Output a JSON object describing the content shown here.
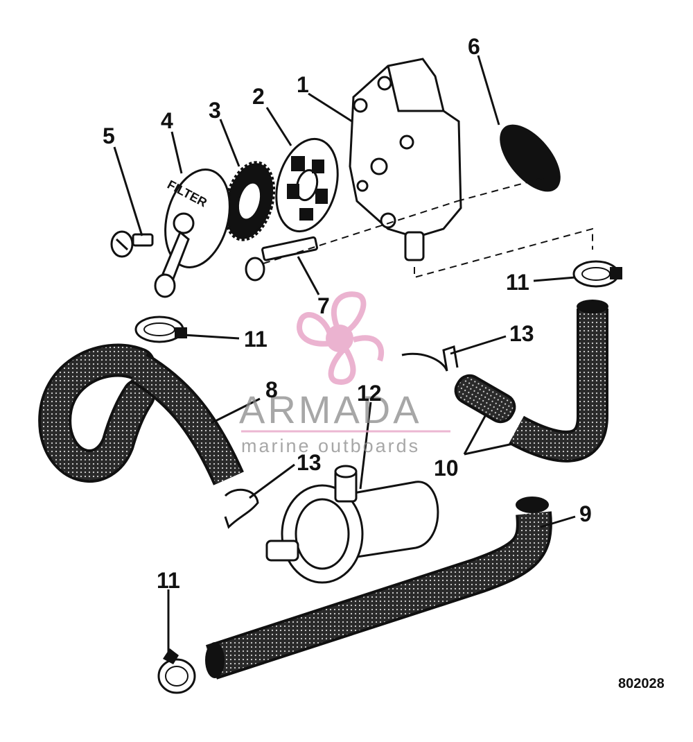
{
  "diagram": {
    "callouts": {
      "c1": "1",
      "c2": "2",
      "c3": "3",
      "c4": "4",
      "c5": "5",
      "c6": "6",
      "c7": "7",
      "c8": "8",
      "c9": "9",
      "c10": "10",
      "c11_top_right": "11",
      "c11_left": "11",
      "c11_bottom": "11",
      "c12": "12",
      "c13_top": "13",
      "c13_mid": "13"
    },
    "filter_cover_text": "FILTER",
    "figure_number": "802028",
    "watermark": {
      "title": "ARMADA",
      "subtitle": "marine outboards",
      "color": "#e8a6c8"
    },
    "colors": {
      "line": "#111111",
      "hose_fill": "#2a2a2a",
      "paper": "#ffffff"
    }
  }
}
